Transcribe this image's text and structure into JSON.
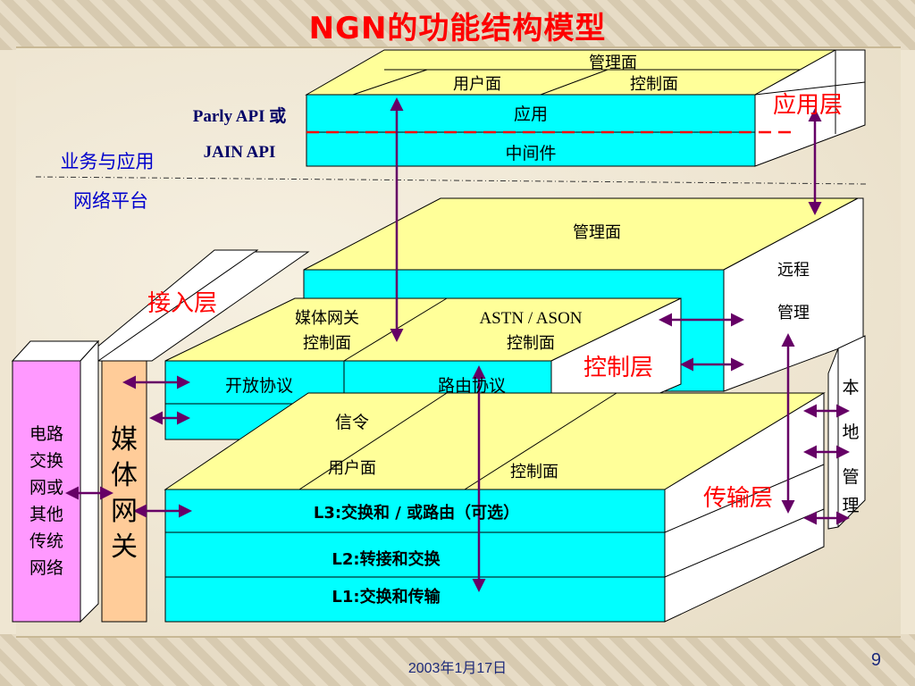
{
  "title": "NGN的功能结构模型",
  "footer": {
    "date": "2003年1月17日",
    "page": "9"
  },
  "layers": {
    "application": "应用层",
    "access": "接入层",
    "control": "控制层",
    "transport": "传输层"
  },
  "side_labels": {
    "api_line1": "Parly API 或",
    "api_line2": "JAIN API",
    "service_line1": "业务与应用",
    "service_line2": "网络平台"
  },
  "app_block": {
    "mgmt": "管理面",
    "user": "用户面",
    "control": "控制面",
    "app": "应用",
    "middleware": "中间件"
  },
  "control_block": {
    "mgmt": "管理面",
    "remote1": "远程",
    "remote2": "管理",
    "mgw_ctrl1": "媒体网关",
    "mgw_ctrl2": "控制面",
    "astn1": "ASTN / ASON",
    "astn2": "控制面",
    "open_protocol": "开放协议",
    "routing_protocol": "路由协议",
    "signaling": "信令"
  },
  "transport_block": {
    "user": "用户面",
    "control": "控制面",
    "l3": "L3:交换和 / 或路由（可选）",
    "l2": "L2:转接和交换",
    "l1": "L1:交换和传输",
    "local_mgmt": [
      "本",
      "地",
      "管",
      "理"
    ]
  },
  "legacy_network": [
    "电路",
    "交换",
    "网或",
    "其他",
    "传统",
    "网络"
  ],
  "media_gateway": [
    "媒",
    "体",
    "网",
    "关"
  ],
  "colors": {
    "cyan": "#00ffff",
    "yellow": "#ffff99",
    "pink": "#ff99ff",
    "orange": "#ffcc99",
    "red": "#ff0000",
    "blue": "#0000cc",
    "arrow": "#660066"
  }
}
